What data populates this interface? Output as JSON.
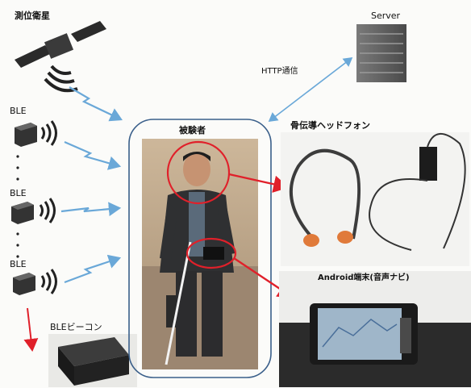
{
  "labels": {
    "satellite": "測位衛星",
    "server": "Server",
    "http": "HTTP通信",
    "ble1": "BLE",
    "ble2": "BLE",
    "ble3": "BLE",
    "subject": "被験者",
    "headphone": "骨伝導ヘッドフォン",
    "android": "Android端末(音声ナビ)",
    "beacon": "BLEビーコン"
  },
  "colors": {
    "signal_arrow": "#6aa8d8",
    "highlight": "#e0202a",
    "rounded_frame": "#3a5f8a"
  },
  "icons": [
    "satellite-icon",
    "server-icon",
    "ble-beacon-icon",
    "signal-wave-icon",
    "headphone-photo",
    "android-photo",
    "beacon-photo",
    "person-photo"
  ]
}
